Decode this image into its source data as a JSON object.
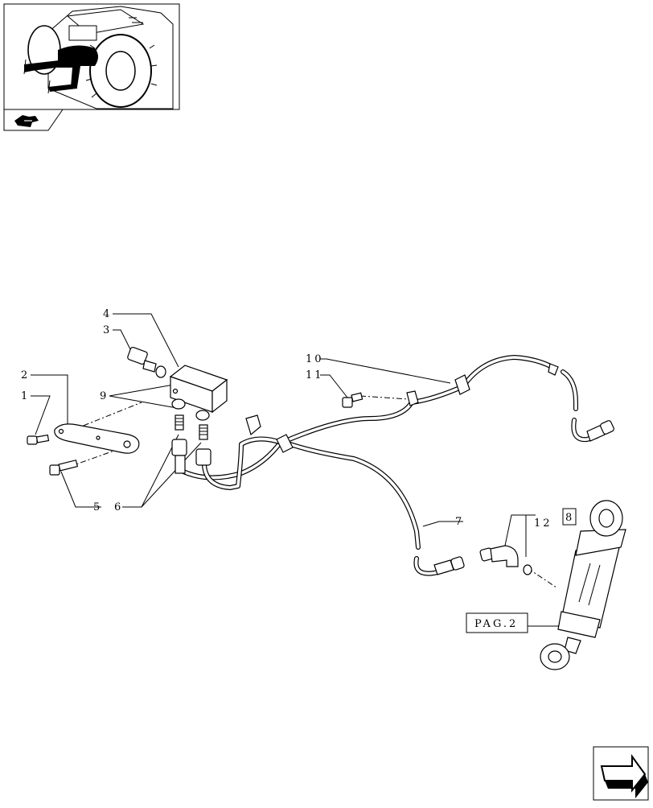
{
  "callouts": {
    "c1": "1",
    "c2": "2",
    "c3": "3",
    "c4": "4",
    "c5": "5",
    "c6": "6",
    "c7": "7",
    "c8": "8",
    "c9": "9",
    "c10": "10",
    "c11": "11",
    "c12": "12"
  },
  "page_reference": "PAG.2",
  "icons": {
    "thumbnail": "tractor-location-thumbnail",
    "section": "hand-pointer-icon",
    "next_page": "next-page-arrow-icon"
  }
}
